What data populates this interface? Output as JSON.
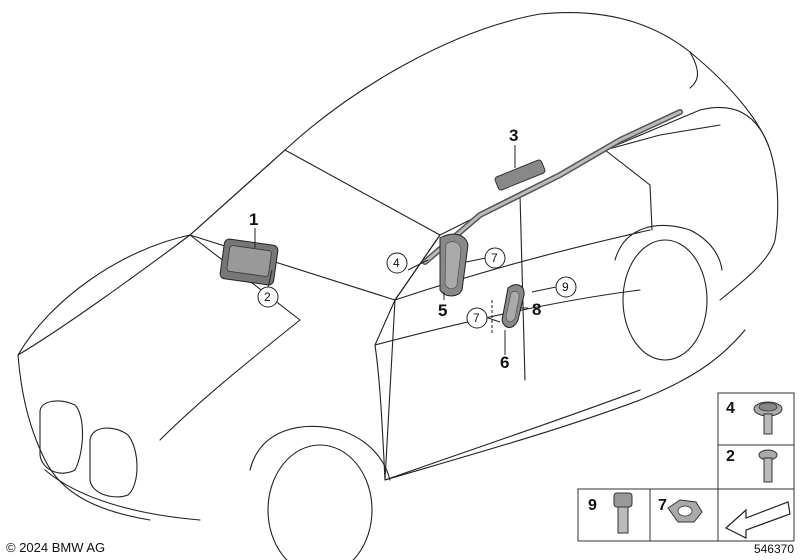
{
  "callouts": {
    "c1": "1",
    "c2": "2",
    "c3": "3",
    "c4": "4",
    "c5": "5",
    "c6": "6",
    "c7a": "7",
    "c7b": "7",
    "c8": "8",
    "c9": "9"
  },
  "hardware_boxes": {
    "box4": "4",
    "box2": "2",
    "box9": "9",
    "box7": "7"
  },
  "footer": {
    "copyright": "© 2024 BMW AG",
    "document_number": "546370"
  }
}
